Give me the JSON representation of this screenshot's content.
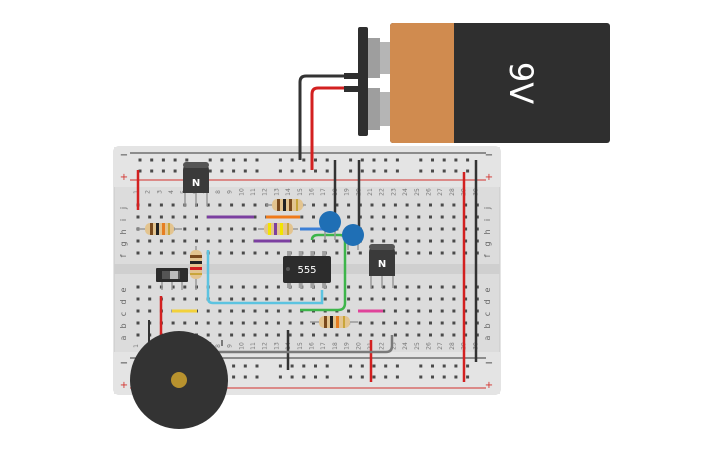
{
  "battery": {
    "label": "9V",
    "colors": {
      "body": "#2f2f2f",
      "cap": "#d08b4f",
      "terminal": "#9e9e9e",
      "clip": "#2f2f2f"
    }
  },
  "chip": {
    "label": "555"
  },
  "transistors": [
    {
      "id": "q1",
      "label": "N"
    },
    {
      "id": "q2",
      "label": "N"
    }
  ],
  "breadboard": {
    "rail_minus": "−",
    "rail_plus": "+",
    "row_letters_top": [
      "j",
      "i",
      "h",
      "g",
      "f"
    ],
    "row_letters_bottom": [
      "e",
      "d",
      "c",
      "b",
      "a"
    ],
    "column_numbers": [
      "1",
      "2",
      "3",
      "4",
      "5",
      "6",
      "7",
      "8",
      "9",
      "10",
      "11",
      "12",
      "13",
      "14",
      "15",
      "16",
      "17",
      "18",
      "19",
      "20",
      "21",
      "22",
      "23",
      "24",
      "25",
      "26",
      "27",
      "28",
      "29",
      "30"
    ]
  },
  "colors": {
    "board": "#dcdcdc",
    "rail_red": "#d2302c",
    "rail_dark": "#333333",
    "wire_red": "#d32020",
    "wire_black": "#333333",
    "wire_purple": "#7b3fa0",
    "wire_orange": "#ef7a1a",
    "wire_blue": "#3b7fd6",
    "wire_cyan": "#5cc3e0",
    "wire_green": "#3db54a",
    "wire_yellow": "#f2d13a",
    "wire_pink": "#e0439a",
    "wire_gray": "#7a7a7a",
    "capacitor": "#1f6fb5",
    "buzzer": "#333333",
    "buzzer_center": "#b8922e"
  }
}
